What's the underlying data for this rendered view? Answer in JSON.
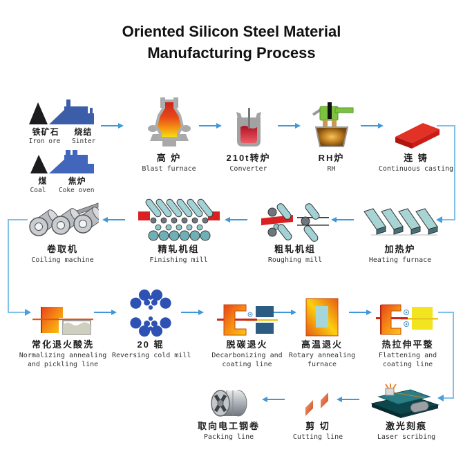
{
  "title": {
    "line1": "Oriented Silicon Steel Material",
    "line2": "Manufacturing Process"
  },
  "colors": {
    "arrow_blue": "#3e97d8",
    "connector_blue": "#7fc0e8",
    "title_text": "#111111",
    "hot_metal_red": "#c9201d",
    "hot_metal_yellow": "#f7e813",
    "steel_slab_red": "#d92121",
    "roller_teal": "#9fd0d4",
    "cold_mill_blue": "#2e52b4",
    "rh_green": "#7cc23e",
    "furnace_orange": "#f58c14",
    "coating_yellow": "#f2e41f",
    "coil_gray": "#c2c7cc"
  },
  "steps": {
    "raw": {
      "ore_zh": "铁矿石",
      "sinter_zh": "烧结",
      "ore_en": "Iron ore",
      "sinter_en": "Sinter",
      "coal_zh": "煤",
      "coke_zh": "焦炉",
      "coal_en": "Coal",
      "coke_en": "Coke oven"
    },
    "blast_furnace": {
      "zh": "高 炉",
      "en": "Blast furnace"
    },
    "converter": {
      "zh": "210t转炉",
      "en": "Converter"
    },
    "rh": {
      "zh": "RH炉",
      "en": "RH"
    },
    "continuous_casting": {
      "zh": "连 铸",
      "en": "Continuous casting"
    },
    "heating_furnace": {
      "zh": "加热炉",
      "en": "Heating furnace"
    },
    "roughing_mill": {
      "zh": "粗轧机组",
      "en": "Roughing mill"
    },
    "finishing_mill": {
      "zh": "精轧机组",
      "en": "Finishing mill"
    },
    "coiling_machine": {
      "zh": "卷取机",
      "en": "Coiling machine"
    },
    "normalizing": {
      "zh": "常化退火酸洗",
      "en1": "Normalizing annealing",
      "en2": "and pickling line"
    },
    "cold_mill": {
      "zh": "20 辊",
      "en": "Reversing cold mill"
    },
    "decarbonizing": {
      "zh": "脱碳退火",
      "en1": "Decarbonizing and",
      "en2": "coating line"
    },
    "rotary_annealing": {
      "zh": "高温退火",
      "en1": "Rotary annealing",
      "en2": "furnace"
    },
    "flattening": {
      "zh": "热拉伸平整",
      "en1": "Flattening and",
      "en2": "coating line"
    },
    "laser_scribing": {
      "zh": "激光刻痕",
      "en": "Laser scribing"
    },
    "cutting": {
      "zh": "剪 切",
      "en": "Cutting line"
    },
    "packing": {
      "zh": "取向电工钢卷",
      "en": "Packing line"
    }
  }
}
